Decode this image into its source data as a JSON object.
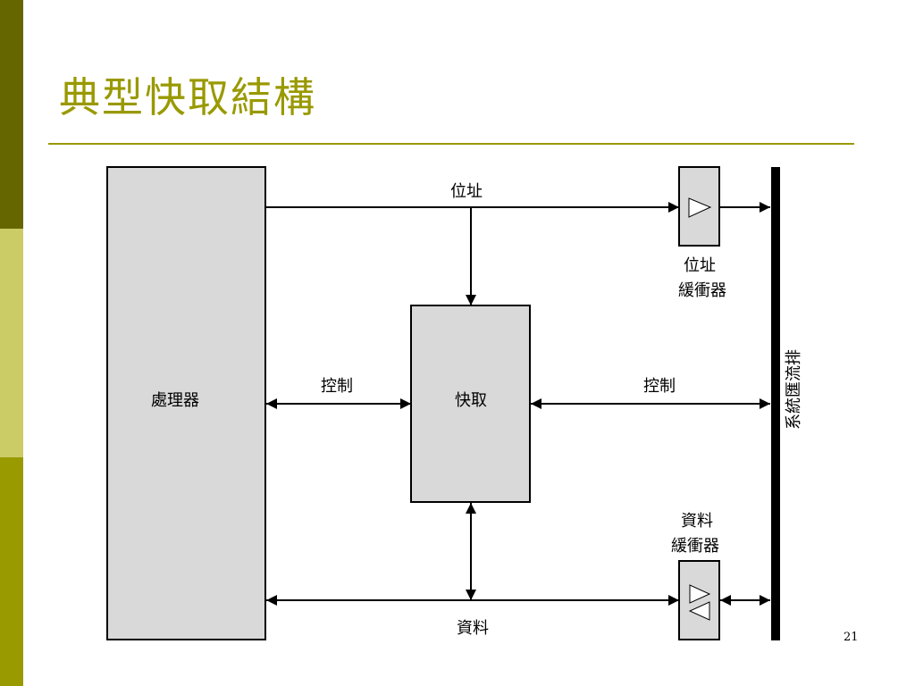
{
  "slide": {
    "title": "典型快取結構",
    "page_number": "21"
  },
  "diagram": {
    "processor_label": "處理器",
    "cache_label": "快取",
    "address_label": "位址",
    "control_left_label": "控制",
    "control_right_label": "控制",
    "data_label": "資料",
    "address_buffer_label_line1": "位址",
    "address_buffer_label_line2": "緩衝器",
    "data_buffer_label_line1": "資料",
    "data_buffer_label_line2": "緩衝器",
    "system_bus_label": "系統匯流排"
  },
  "colors": {
    "accent": "#999900",
    "sidebar_dark": "#666600",
    "sidebar_light": "#cccc66",
    "box_fill": "#d9d9d9"
  }
}
